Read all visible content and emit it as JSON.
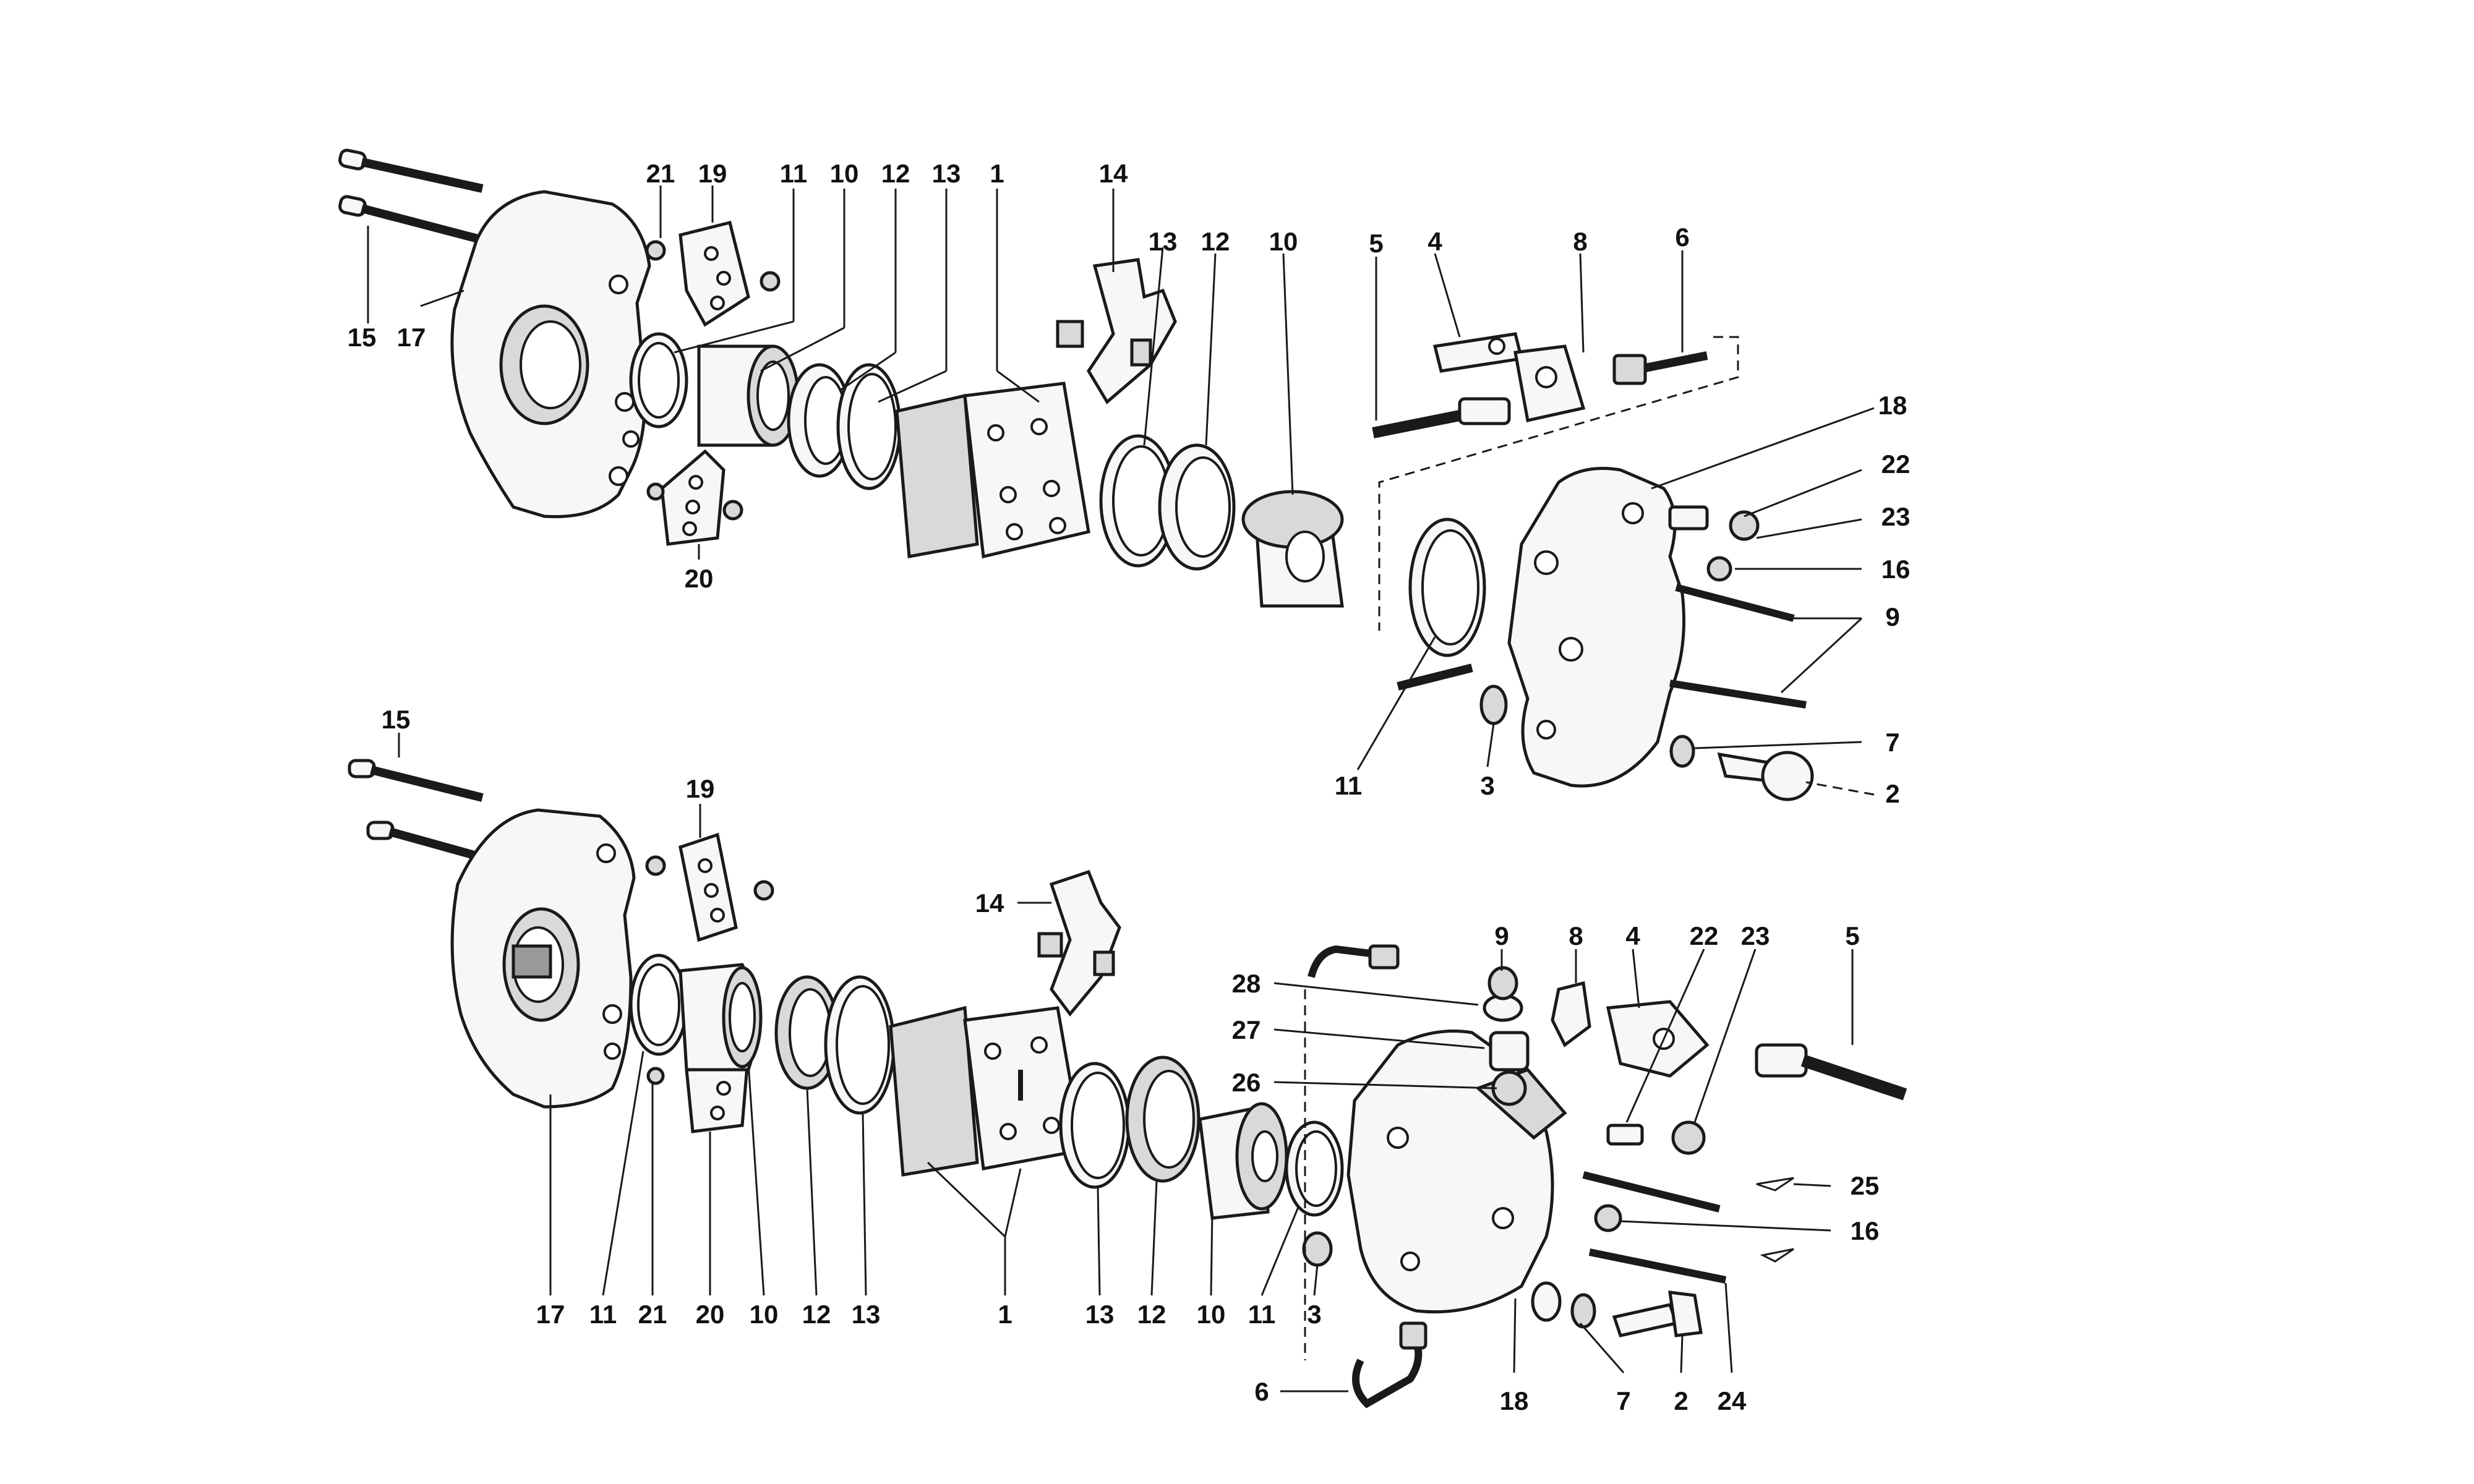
{
  "top_assembly": {
    "callouts": [
      "15",
      "17",
      "21",
      "19",
      "11",
      "10",
      "12",
      "13",
      "1",
      "14",
      "13",
      "12",
      "10",
      "5",
      "4",
      "8",
      "6",
      "18",
      "22",
      "23",
      "16",
      "9",
      "7",
      "2",
      "11",
      "3",
      "20"
    ]
  },
  "bottom_assembly": {
    "callouts": [
      "15",
      "19",
      "14",
      "28",
      "27",
      "26",
      "9",
      "8",
      "4",
      "22",
      "23",
      "5",
      "25",
      "16",
      "17",
      "11",
      "21",
      "20",
      "10",
      "12",
      "13",
      "1",
      "13",
      "12",
      "10",
      "11",
      "3",
      "18",
      "7",
      "2",
      "24",
      "6"
    ]
  }
}
